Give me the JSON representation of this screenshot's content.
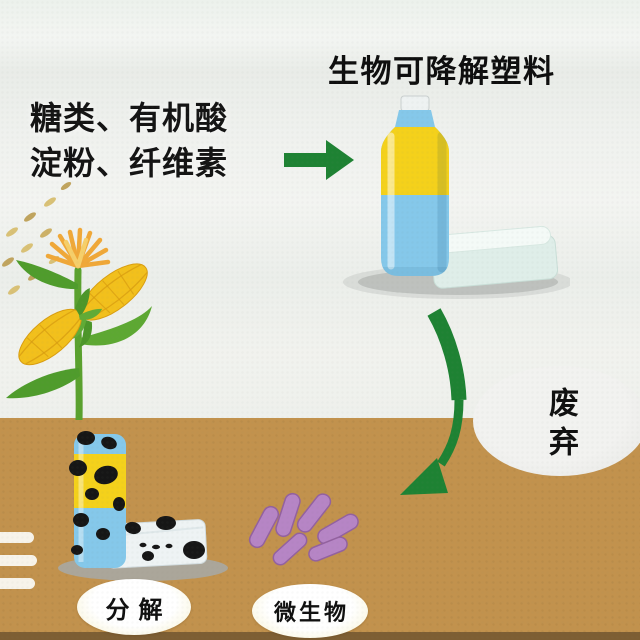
{
  "diagram": {
    "title": "生物可降解塑料",
    "feedstock": {
      "line1": "糖类、有机酸",
      "line2": "淀粉、纤维素"
    },
    "labels": {
      "discard": "废弃",
      "decompose": "分解",
      "microbes": "微生物"
    },
    "illustrations": {
      "corn_plant": "corn-plant",
      "flying_grains": "flying-grain-particles",
      "bottle_and_tray": "plastic-bottle-and-foam-tray",
      "right_arrow": "right-arrow",
      "curved_arrow": "curved-down-arrow",
      "decomposing_bottle": "decomposing-bottle-and-tray-with-black-spots",
      "microbes": "purple-rod-microbes",
      "left_bars": "three-white-bars"
    },
    "colors": {
      "soil": "#c2924d",
      "soil_shadow": "#7d5e33",
      "arrow_green": "#1e8233",
      "bottle_yellow": "#f4d11b",
      "bottle_blue": "#85c8ea",
      "tray_blue": "#dfeee9",
      "corn_yellow": "#f2c01c",
      "leaf_green": "#4f9c2c",
      "stem_green": "#5aa12e",
      "tassel_orange": "#f0a838",
      "microbe_purple": "#b685c5",
      "microbe_outline": "#93619f",
      "grain_tan": "#d9c176",
      "shadow_gray": "#b7bab6",
      "spot_black": "#161616",
      "label_oval_cream": "#f7f2cf",
      "discard_oval_gray": "#ecedea",
      "bars_white": "#f7f3ea",
      "background": "#eef0ec"
    }
  }
}
